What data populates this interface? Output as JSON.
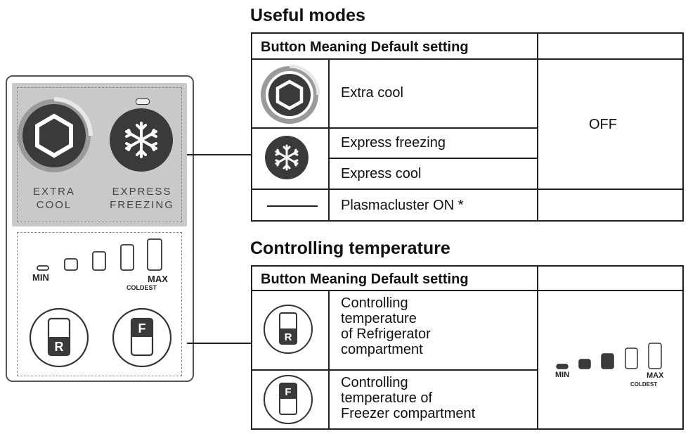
{
  "panel": {
    "extra_cool_label_line1": "EXTRA",
    "extra_cool_label_line2": "COOL",
    "express_freezing_label_line1": "EXPRESS",
    "express_freezing_label_line2": "FREEZING",
    "min_label": "MIN",
    "max_label": "MAX",
    "coldest_label": "COLDEST",
    "refrigerator_button_letter": "R",
    "freezer_button_letter": "F"
  },
  "useful_modes": {
    "title": "Useful modes",
    "header": "Button Meaning Default setting",
    "rows": [
      {
        "meaning": "Extra cool",
        "icon": "extra-cool-icon"
      },
      {
        "meaning": "Express freezing",
        "icon": "snowflake-icon"
      },
      {
        "meaning": "Express cool",
        "icon": "snowflake-icon"
      },
      {
        "meaning": "Plasmacluster ON *",
        "icon": "line-icon"
      }
    ],
    "default": "OFF"
  },
  "controlling_temperature": {
    "title": "Controlling temperature",
    "header": "Button Meaning Default setting",
    "rows": [
      {
        "meaning_lines": [
          "Controlling",
          "temperature",
          "of Refrigerator",
          "compartment"
        ],
        "icon": "refrigerator-r-icon",
        "letter": "R"
      },
      {
        "meaning_lines": [
          "Controlling",
          "temperature of",
          "Freezer compartment"
        ],
        "icon": "freezer-f-icon",
        "letter": "F"
      }
    ],
    "default_indicator": {
      "min_label": "MIN",
      "max_label": "MAX",
      "coldest_label": "COLDEST",
      "filled_level": 3,
      "levels": 5
    }
  },
  "colors": {
    "panel_grey": "#c9c9c9",
    "button_dark": "#3a3a3a",
    "line": "#222222"
  }
}
